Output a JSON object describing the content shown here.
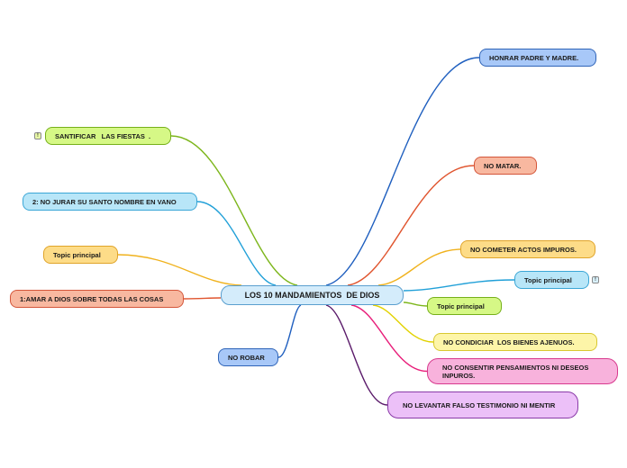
{
  "center": {
    "label": "LOS 10 MANDAMIENTOS  DE DIOS",
    "fill": "#d4ecfb",
    "border": "#5a9fcf"
  },
  "topics": [
    {
      "id": "honrar",
      "label": "HONRAR PADRE Y MADRE.",
      "fill": "#a8c8f8",
      "border": "#2f64b8",
      "line": "#1f5fbf"
    },
    {
      "id": "no-matar",
      "label": "NO MATAR.",
      "fill": "#f8b8a0",
      "border": "#d4563a",
      "line": "#e0552f"
    },
    {
      "id": "impuros",
      "label": "NO COMETER ACTOS IMPUROS.",
      "fill": "#fddc88",
      "border": "#e0a42a",
      "line": "#f0b21d"
    },
    {
      "id": "topic-r1",
      "label": "Topic principal",
      "fill": "#b8e6f8",
      "border": "#3aa6d6",
      "line": "#21a0d8"
    },
    {
      "id": "topic-r2",
      "label": "Topic principal",
      "fill": "#d6f886",
      "border": "#76b01a",
      "line": "#7db61c"
    },
    {
      "id": "ajenos",
      "label": "NO CONDICIAR  LOS BIENES AJENUOS.",
      "fill": "#fdf5a8",
      "border": "#d8c830",
      "line": "#e2d200"
    },
    {
      "id": "deseos",
      "label": "NO CONSENTIR PENSAMIENTOS NI DESEOS INPUROS.",
      "fill": "#f8b2dc",
      "border": "#d83a8e",
      "line": "#e81e7a"
    },
    {
      "id": "falso",
      "label": "NO LEVANTAR FALSO TESTIMONIO NI MENTIR",
      "fill": "#ecc0f8",
      "border": "#8a3aa8",
      "line": "#5a1a6a"
    },
    {
      "id": "no-robar",
      "label": "NO ROBAR",
      "fill": "#a8c8f8",
      "border": "#2f64b8",
      "line": "#1f5fbf"
    },
    {
      "id": "amar",
      "label": "1:AMAR A DIOS SOBRE TODAS LAS COSAS",
      "fill": "#f8b8a0",
      "border": "#d4563a",
      "line": "#e0552f"
    },
    {
      "id": "topic-l",
      "label": "Topic principal",
      "fill": "#fddc88",
      "border": "#e0a42a",
      "line": "#f0b21d"
    },
    {
      "id": "jurar",
      "label": "2: NO JURAR SU SANTO NOMBRE EN VANO",
      "fill": "#b8e6f8",
      "border": "#3aa6d6",
      "line": "#21a0d8"
    },
    {
      "id": "fiestas",
      "label": "SANTIFICAR   LAS FIESTAS  .",
      "fill": "#d6f886",
      "border": "#76b01a",
      "line": "#7db61c"
    }
  ],
  "badges": [
    {
      "id": "fiestas-badge",
      "label": "!",
      "fill": "#e8f8a8"
    },
    {
      "id": "topic-r1-badge",
      "label": "!",
      "fill": "#d8f0fa"
    }
  ]
}
